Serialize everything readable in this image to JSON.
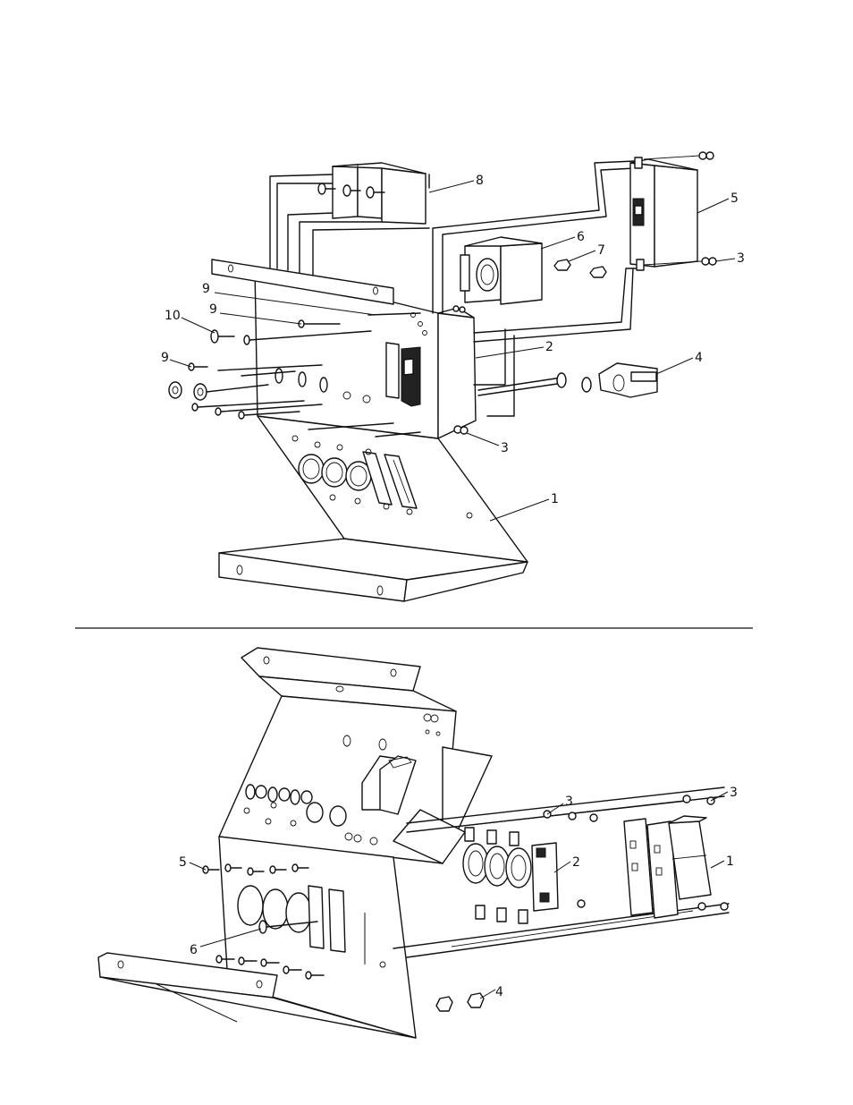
{
  "diagrams": [
    {
      "id": "top",
      "callouts": [
        "8",
        "6",
        "7",
        "5",
        "3",
        "9",
        "9",
        "10",
        "9",
        "2",
        "4",
        "3",
        "1"
      ]
    },
    {
      "id": "bottom",
      "callouts": [
        "3",
        "3",
        "5",
        "2",
        "1",
        "6",
        "4"
      ]
    }
  ]
}
